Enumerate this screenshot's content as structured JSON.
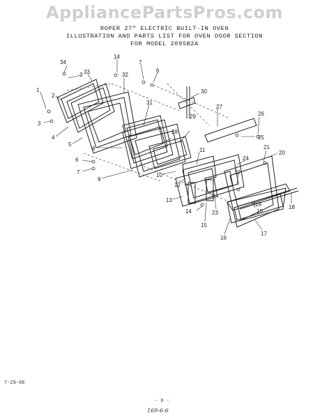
{
  "watermark": "AppliancePartsPros.com",
  "title": {
    "line1": "ROPER 27\" ELECTRIC BUILT-IN OVEN",
    "line2": "ILLUSTRATION AND PARTS LIST FOR OVEN DOOR SECTION",
    "line3": "FOR MODEL 2095B2A"
  },
  "callouts": {
    "c1": "1",
    "c2": "2",
    "c3a": "3",
    "c3b": "3",
    "c4": "4",
    "c5": "5",
    "c6": "6",
    "c6b": "6",
    "c7": "7",
    "c7b": "7",
    "c8": "8",
    "c9": "9",
    "c10": "10",
    "c11": "11",
    "c12": "12",
    "c13": "13",
    "c14a": "14",
    "c14b": "14",
    "c15a": "15",
    "c15b": "15",
    "c16": "16",
    "c17": "17",
    "c18": "18",
    "c19": "19",
    "c20": "20",
    "c21": "21",
    "c22": "22",
    "c23": "23",
    "c24": "24",
    "c25": "25",
    "c26": "26",
    "c27": "27",
    "c28": "28",
    "c29": "29",
    "c30": "30",
    "c31": "31",
    "c32": "32",
    "c33": "33",
    "c34": "34"
  },
  "footer": {
    "date": "7-29-66",
    "page": "- 6 -",
    "handwritten": "169-6-6"
  }
}
